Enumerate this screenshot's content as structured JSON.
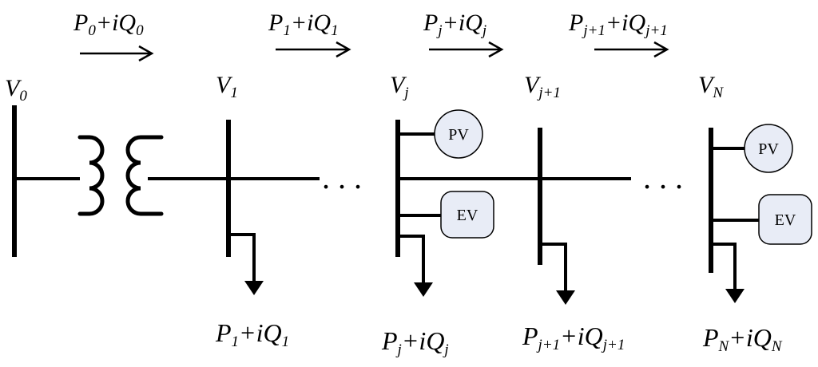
{
  "flows": [
    {
      "main": "P",
      "sub1": "0",
      "mid": "+iQ",
      "sub2": "0"
    },
    {
      "main": "P",
      "sub1": "1",
      "mid": "+iQ",
      "sub2": "1"
    },
    {
      "main": "P",
      "sub1": "j",
      "mid": "+iQ",
      "sub2": "j"
    },
    {
      "main": "P",
      "sub1": "j+1",
      "mid": "+iQ",
      "sub2": "j+1"
    }
  ],
  "buses": [
    {
      "main": "V",
      "sub": "0"
    },
    {
      "main": "V",
      "sub": "1"
    },
    {
      "main": "V",
      "sub": "j"
    },
    {
      "main": "V",
      "sub": "j+1"
    },
    {
      "main": "V",
      "sub": "N"
    }
  ],
  "loads": [
    {
      "main": "P",
      "sub1": "1",
      "mid": "+iQ",
      "sub2": "1"
    },
    {
      "main": "P",
      "sub1": "j",
      "mid": "+iQ",
      "sub2": "j"
    },
    {
      "main": "P",
      "sub1": "j+1",
      "mid": "+iQ",
      "sub2": "j+1"
    },
    {
      "main": "P",
      "sub1": "N",
      "mid": "+iQ",
      "sub2": "N"
    }
  ],
  "devices": {
    "pv_label": "PV",
    "ev_label": "EV"
  },
  "ellipsis": ". . ."
}
